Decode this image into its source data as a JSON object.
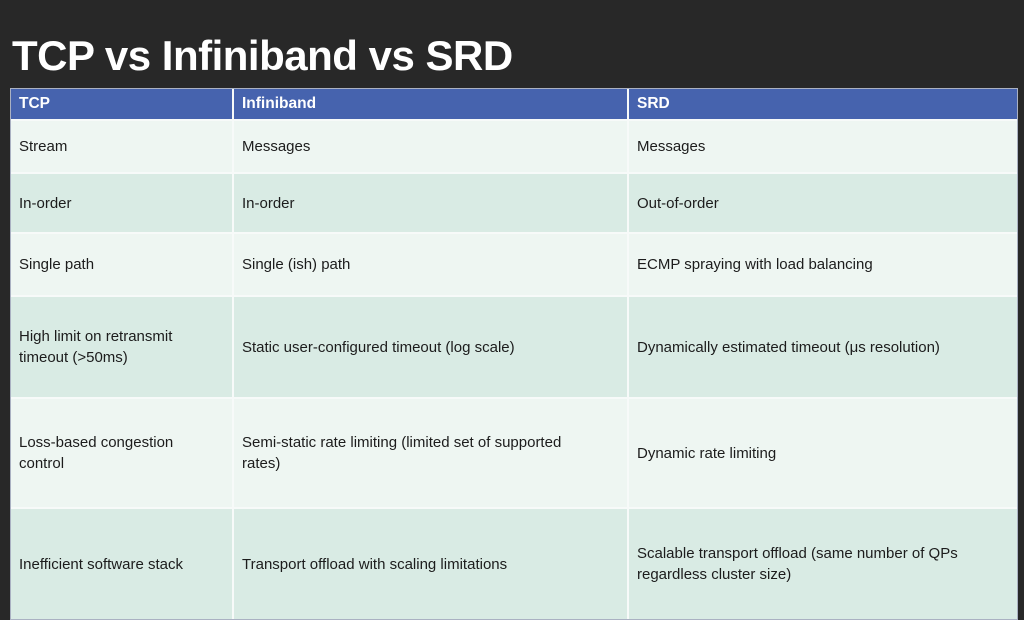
{
  "slide": {
    "title": "TCP vs Infiniband vs SRD"
  },
  "table": {
    "columns": [
      "TCP",
      "Infiniband",
      "SRD"
    ],
    "rows": [
      [
        "Stream",
        "Messages",
        "Messages"
      ],
      [
        "In-order",
        "In-order",
        "Out-of-order"
      ],
      [
        "Single path",
        "Single (ish) path",
        "ECMP spraying with load balancing"
      ],
      [
        "High limit on retransmit timeout (>50ms)",
        "Static user-configured timeout (log scale)",
        "Dynamically estimated timeout (μs resolution)"
      ],
      [
        "Loss-based congestion control",
        "Semi-static rate limiting (limited set of supported rates)",
        "Dynamic rate limiting"
      ],
      [
        "Inefficient software stack",
        "Transport offload with scaling limitations",
        "Scalable transport offload (same number of QPs regardless cluster size)"
      ]
    ]
  },
  "colors": {
    "background": "#282828",
    "title_text": "#ffffff",
    "header_bg": "#4663ae",
    "header_text": "#ffffff",
    "row_light": "#eef6f2",
    "row_green": "#d9ebe4",
    "body_text": "#1c1c1c",
    "separator": "#f7faf9",
    "table_outline": "#aab1c2"
  }
}
